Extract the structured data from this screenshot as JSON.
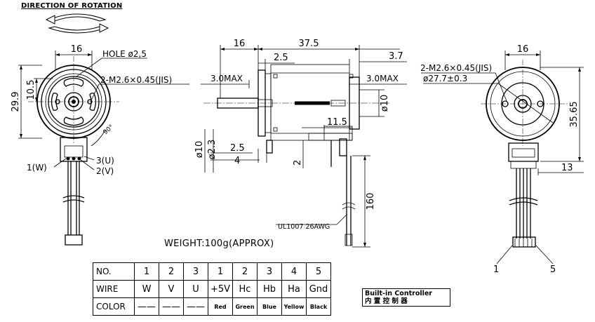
{
  "rotation": {
    "title": "DIRECTION OF ROTATION"
  },
  "front_view": {
    "dim_width": "16",
    "dim_height": "29.9",
    "dim_center": "10.5",
    "hole_label": "HOLE ø2,5",
    "screw_label": "2-M2.6×0.45(JIS)",
    "angle_label": "90°",
    "wire_labels": [
      "1(W)",
      "2(V)",
      "3(U)"
    ]
  },
  "side_view": {
    "dim_16": "16",
    "dim_37_5": "37.5",
    "dim_2_5_top": "2.5",
    "dim_3_7": "3.7",
    "left_max": "3.0MAX",
    "right_max": "3.0MAX",
    "dim_phi10_right": "ø10",
    "dim_11_5": "11.5",
    "dim_phi10_left": "ø10",
    "dim_phi2_3": "ø2.3",
    "dim_2_5_bottom": "2.5",
    "dim_4": "4",
    "dim_2": "2",
    "dim_160": "160",
    "cable_label": "UL1007 26AWG"
  },
  "rear_view": {
    "dim_16": "16",
    "screw_label": "2-M2.6×0.45(JIS)",
    "circle_label": "ø27.7±0.3",
    "dim_35_65": "35.65",
    "dim_13": "13",
    "pin_left": "1",
    "pin_right": "5"
  },
  "weight": "WEIGHT:100g(APPROX)",
  "wire_table": {
    "headers": {
      "no": "NO.",
      "wire": "WIRE",
      "color": "COLOR"
    },
    "no": [
      "1",
      "2",
      "3",
      "1",
      "2",
      "3",
      "4",
      "5"
    ],
    "wire": [
      "W",
      "V",
      "U",
      "+5V",
      "Hc",
      "Hb",
      "Ha",
      "Gnd"
    ],
    "color": [
      "——",
      "——",
      "——",
      "Red",
      "Green",
      "Blue",
      "Yellow",
      "Black"
    ]
  },
  "builtin": {
    "en": "Built-in Controller",
    "cn": "内 置 控 制 器"
  }
}
